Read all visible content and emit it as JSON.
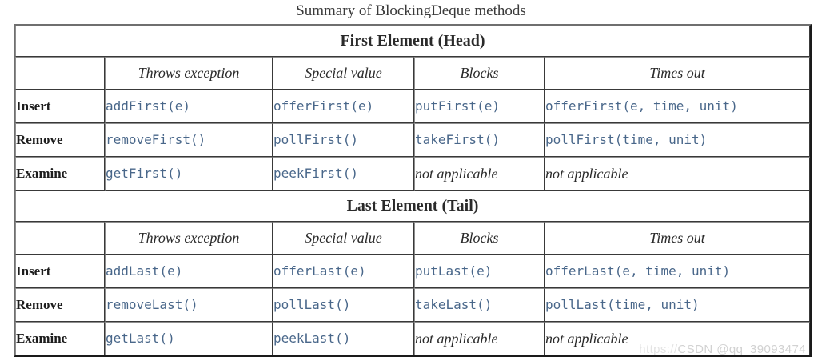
{
  "title": "Summary of BlockingDeque methods",
  "colors": {
    "code_text": "#49678a",
    "body_text": "#222222",
    "title_text": "#3a3a3a",
    "border": "#8d8d8d",
    "watermark": "#d2d2d2",
    "background": "#ffffff"
  },
  "table": {
    "column_headers": [
      "",
      "Throws exception",
      "Special value",
      "Blocks",
      "Times out"
    ],
    "sections": [
      {
        "heading": "First Element (Head)",
        "rows": [
          {
            "label": "Insert",
            "cells": [
              {
                "text": "addFirst(e)",
                "style": "code"
              },
              {
                "text": "offerFirst(e)",
                "style": "code"
              },
              {
                "text": "putFirst(e)",
                "style": "code"
              },
              {
                "text": "offerFirst(e, time, unit)",
                "style": "code"
              }
            ]
          },
          {
            "label": "Remove",
            "cells": [
              {
                "text": "removeFirst()",
                "style": "code"
              },
              {
                "text": "pollFirst()",
                "style": "code"
              },
              {
                "text": "takeFirst()",
                "style": "code"
              },
              {
                "text": "pollFirst(time, unit)",
                "style": "code"
              }
            ]
          },
          {
            "label": "Examine",
            "cells": [
              {
                "text": "getFirst()",
                "style": "code"
              },
              {
                "text": "peekFirst()",
                "style": "code"
              },
              {
                "text": "not applicable",
                "style": "na"
              },
              {
                "text": "not applicable",
                "style": "na"
              }
            ]
          }
        ]
      },
      {
        "heading": "Last Element (Tail)",
        "rows": [
          {
            "label": "Insert",
            "cells": [
              {
                "text": "addLast(e)",
                "style": "code"
              },
              {
                "text": "offerLast(e)",
                "style": "code"
              },
              {
                "text": "putLast(e)",
                "style": "code"
              },
              {
                "text": "offerLast(e, time, unit)",
                "style": "code"
              }
            ]
          },
          {
            "label": "Remove",
            "cells": [
              {
                "text": "removeLast()",
                "style": "code"
              },
              {
                "text": "pollLast()",
                "style": "code"
              },
              {
                "text": "takeLast()",
                "style": "code"
              },
              {
                "text": "pollLast(time, unit)",
                "style": "code"
              }
            ]
          },
          {
            "label": "Examine",
            "cells": [
              {
                "text": "getLast()",
                "style": "code"
              },
              {
                "text": "peekLast()",
                "style": "code"
              },
              {
                "text": "not applicable",
                "style": "na"
              },
              {
                "text": "not applicable",
                "style": "na"
              }
            ]
          }
        ]
      }
    ]
  },
  "watermark": {
    "protocol": "https://",
    "text": "CSDN @qq_39093474"
  }
}
